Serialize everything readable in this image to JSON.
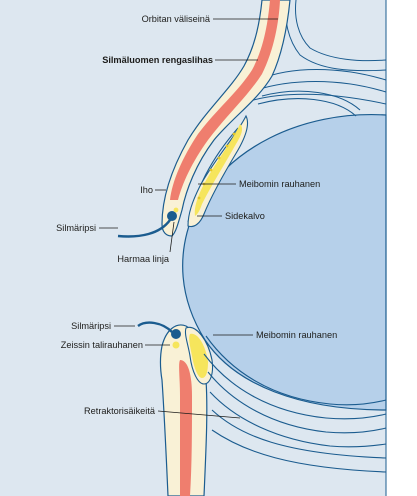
{
  "labels": {
    "orbital_septum": "Orbitan väliseinä",
    "orbicularis": "Silmäluomen rengaslihas",
    "skin": "Iho",
    "meibomian_upper": "Meibomin rauhanen",
    "conjunctiva": "Sidekalvo",
    "eyelash_upper": "Silmäripsi",
    "gray_line": "Harmaa linja",
    "eyelash_lower": "Silmäripsi",
    "meibomian_lower": "Meibomin rauhanen",
    "zeis_gland": "Zeissin talirauhanen",
    "retractors": "Retraktorisäikeitä"
  },
  "colors": {
    "background": "#dde7f0",
    "globe": "#b6d0ea",
    "skin_fill": "#f9f1d6",
    "muscle": "#ef7e6e",
    "gland": "#f6e55c",
    "lash": "#1b5c8f",
    "outline": "#1b5c8f"
  }
}
